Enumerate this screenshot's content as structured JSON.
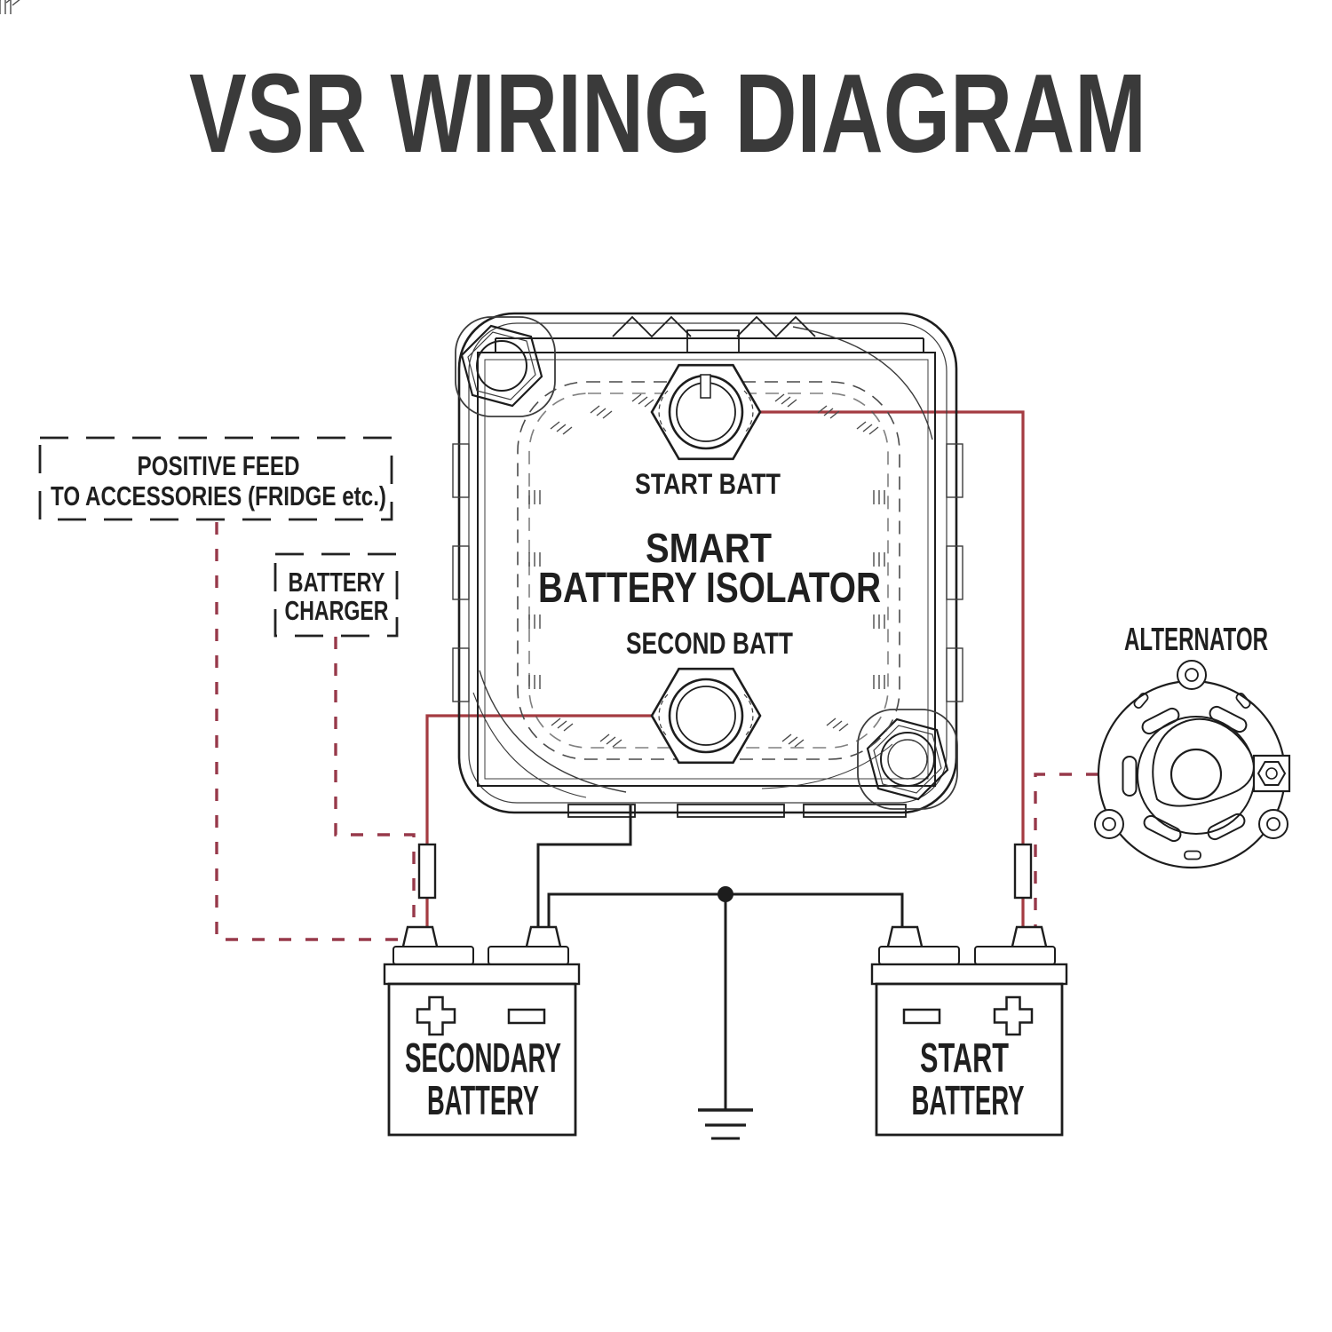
{
  "title": "VSR WIRING DIAGRAM",
  "colors": {
    "line": "#1d1d1d",
    "wire_red_solid": "#a43b41",
    "wire_red_dashed": "#97394a",
    "title_text": "#3a3a3a",
    "background": "#ffffff"
  },
  "boxes": {
    "positive_feed": {
      "line1": "POSITIVE FEED",
      "line2": "TO ACCESSORIES (FRIDGE etc.)"
    },
    "battery_charger": {
      "line1": "BATTERY",
      "line2": "CHARGER"
    }
  },
  "isolator": {
    "terminal_top_label": "START BATT",
    "title_line1": "SMART",
    "title_line2": "BATTERY ISOLATOR",
    "terminal_bottom_label": "SECOND BATT"
  },
  "alternator": {
    "label": "ALTERNATOR"
  },
  "batteries": {
    "secondary": {
      "line1": "SECONDARY",
      "line2": "BATTERY"
    },
    "start": {
      "line1": "START",
      "line2": "BATTERY"
    }
  }
}
